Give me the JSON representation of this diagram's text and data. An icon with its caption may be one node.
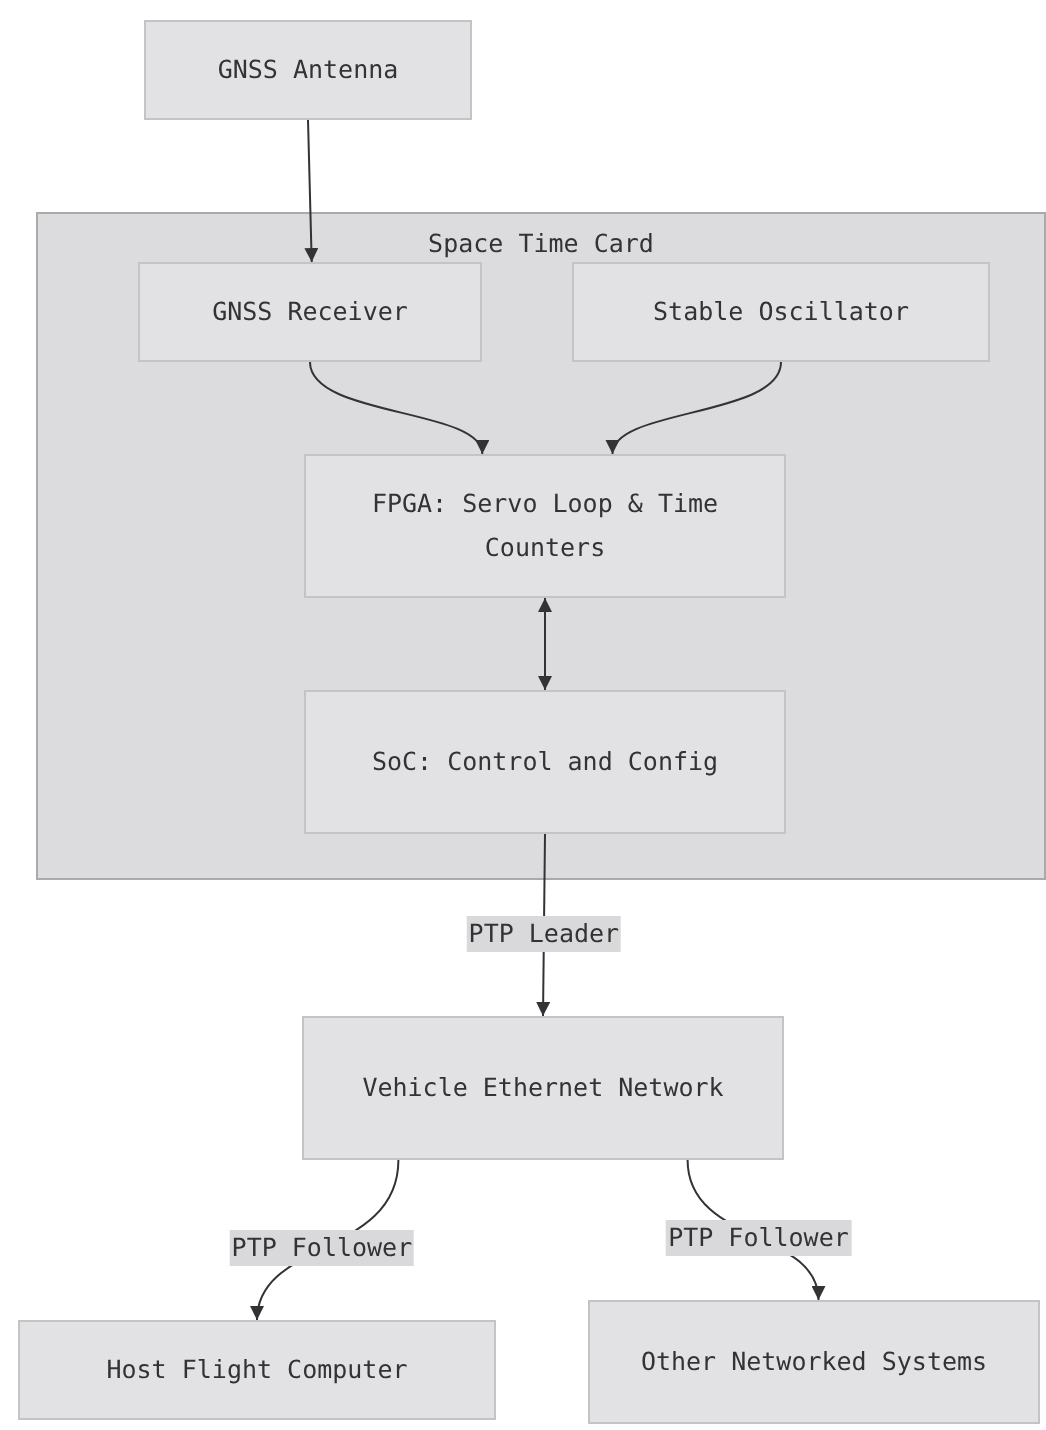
{
  "diagram": {
    "nodes": [
      {
        "text": [
          "GNSS Antenna"
        ]
      },
      {
        "text": [
          "Space Time Card"
        ]
      },
      {
        "text": [
          "GNSS Receiver"
        ],
        "in": 1
      },
      {
        "text": [
          "Stable Oscillator"
        ],
        "in": 1
      },
      {
        "text": [
          "FPGA: Servo Loop & Time Counters"
        ],
        "in": 1
      },
      {
        "text": [
          "SoC: Control and Config"
        ],
        "in": 1
      },
      {
        "text": [
          "Vehicle Ethernet Network"
        ]
      },
      {
        "text": [
          "Host Flight Computer"
        ]
      },
      {
        "text": [
          "Other Networked Systems"
        ]
      }
    ],
    "edges": [
      {
        "from": 0,
        "to": 2,
        "arrow": "to"
      },
      {
        "from": 2,
        "to": 4,
        "arrow": "to"
      },
      {
        "from": 3,
        "to": 4,
        "arrow": "to"
      },
      {
        "from": 4,
        "to": 5,
        "arrow": "both"
      },
      {
        "from": 5,
        "to": 6,
        "arrow": "to",
        "label": "PTP Leader"
      },
      {
        "from": 6,
        "to": 7,
        "arrow": "to",
        "label": "PTP Follower"
      },
      {
        "from": 6,
        "to": 8,
        "arrow": "to",
        "label": "PTP Follower"
      }
    ]
  }
}
